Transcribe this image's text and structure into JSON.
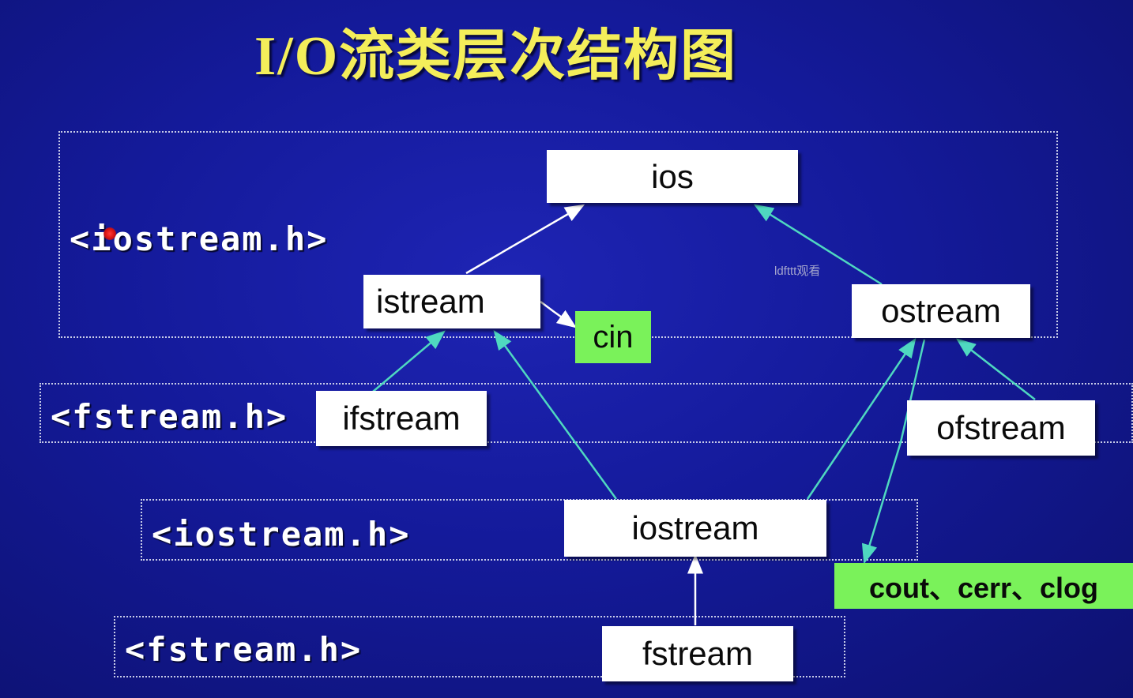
{
  "title": "I/O流类层次结构图",
  "headers": {
    "iostream_top": "<iostream.h>",
    "fstream_mid": "<fstream.h>",
    "iostream_mid": "<iostream.h>",
    "fstream_bottom": "<fstream.h>"
  },
  "classes": {
    "ios": "ios",
    "istream": "istream",
    "ostream": "ostream",
    "ifstream": "ifstream",
    "ofstream": "ofstream",
    "iostream": "iostream",
    "fstream": "fstream"
  },
  "objects": {
    "cin": "cin",
    "cout_cerr_clog": "cout、cerr、clog"
  },
  "watermark": "ldfttt观看",
  "colors": {
    "background": "#141a9a",
    "title": "#f4ee5a",
    "object_box": "#7af25a",
    "arrow_inherit": "#4fd8c0",
    "arrow_white": "#ffffff"
  }
}
